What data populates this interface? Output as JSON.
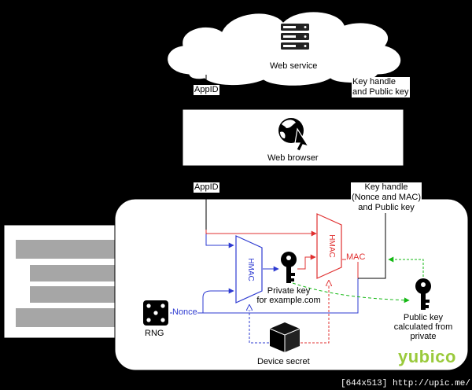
{
  "web_service": {
    "label": "Web service"
  },
  "web_browser": {
    "label": "Web browser"
  },
  "arrows": {
    "appid_top": "AppID",
    "key_handle_top_line1": "Key handle",
    "key_handle_top_line2": "and Public key",
    "appid_bottom": "AppID",
    "key_handle_bottom_line1": "Key handle",
    "key_handle_bottom_line2": "(Nonce and MAC)",
    "key_handle_bottom_line3": "and Public key"
  },
  "device": {
    "hmac_left": "HMAC",
    "hmac_right": "HMAC",
    "mac": "MAC",
    "nonce": "Nonce",
    "rng": "RNG",
    "private_key_line1": "Private key",
    "private_key_line2": "for example.com",
    "public_key_line1": "Public key",
    "public_key_line2": "calculated from",
    "public_key_line3": "private",
    "device_secret": "Device secret",
    "brand": "yubico"
  },
  "watermark": "[644x513] http://upic.me/",
  "colors": {
    "blue": "#2e3bd1",
    "red": "#e03030",
    "green": "#14b814",
    "yubico_green": "#9aca3c",
    "usb_gray": "#a6a6a6"
  }
}
